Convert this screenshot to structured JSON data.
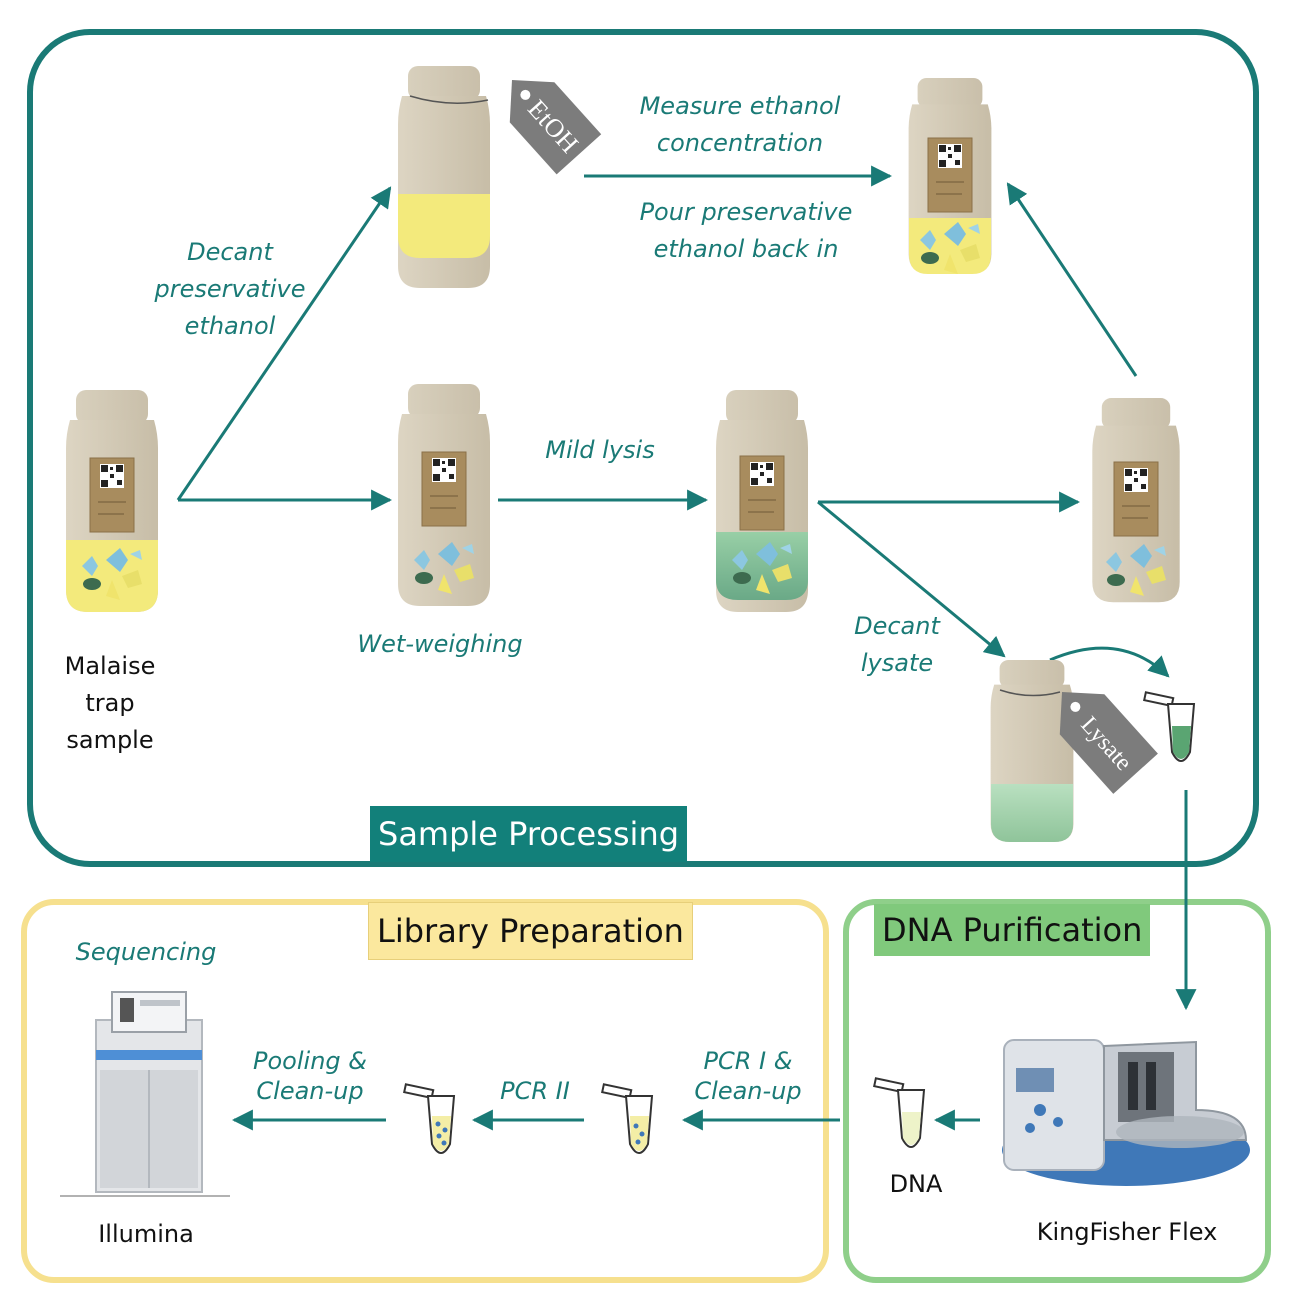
{
  "sections": {
    "sample_processing": "Sample Processing",
    "library_preparation": "Library Preparation",
    "dna_purification": "DNA Purification"
  },
  "steps": {
    "decant_ethanol": "Decant\npreservative\nethanol",
    "measure_ethanol": "Measure ethanol\nconcentration",
    "pour_back": "Pour preservative\nethanol back in",
    "mild_lysis": "Mild lysis",
    "wet_weighing": "Wet-weighing",
    "decant_lysate": "Decant\nlysate",
    "sequencing": "Sequencing",
    "pooling": "Pooling &\nClean-up",
    "pcr2": "PCR II",
    "pcr1": "PCR I &\nClean-up"
  },
  "labels": {
    "malaise": "Malaise\ntrap\nsample",
    "dna": "DNA",
    "kingfisher": "KingFisher Flex",
    "illumina": "Illumina"
  },
  "tags": {
    "etoh": "EtOH",
    "lysate": "Lysate"
  },
  "colors": {
    "sample_processing": "#1a7a76",
    "library_preparation": "#f6e08e",
    "dna_purification": "#8fcf8a",
    "ethanol": "#f3ea7c",
    "lysate": "#a9d6b0"
  }
}
